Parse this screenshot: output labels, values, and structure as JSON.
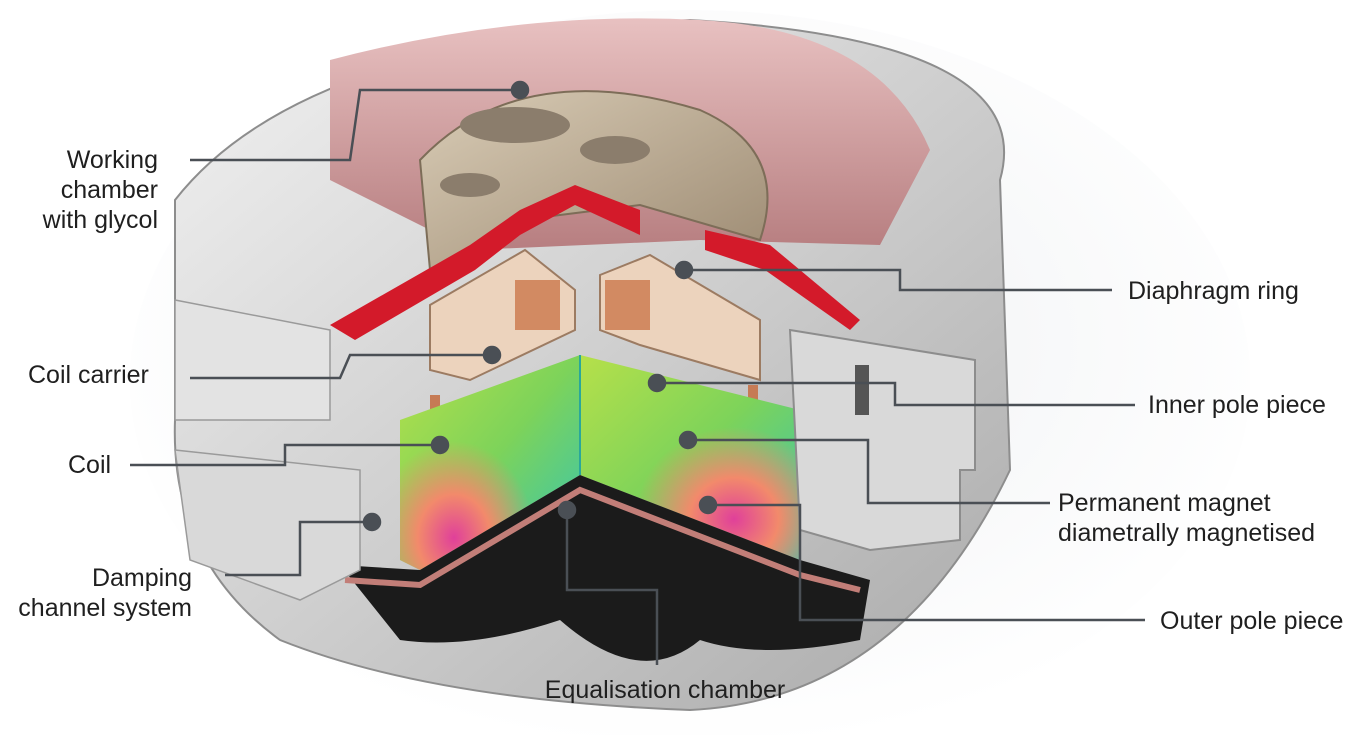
{
  "labels": {
    "working_chamber": "Working\nchamber\nwith glycol",
    "coil_carrier": "Coil carrier",
    "coil": "Coil",
    "damping_channel": "Damping\nchannel system",
    "diaphragm_ring": "Diaphragm ring",
    "inner_pole": "Inner pole piece",
    "permanent_magnet": "Permanent magnet\ndiametrally magnetised",
    "outer_pole": "Outer pole piece",
    "equalisation_chamber": "Equalisation chamber"
  },
  "colors": {
    "housing": "#d6d6d6",
    "housing_dark": "#9a9a9a",
    "shell_pink": "#d7a3a4",
    "diaphragm": "#b9a890",
    "seal_red": "#d31a2a",
    "coil_copper": "#c67b55",
    "carrier": "#e8c9b0",
    "magnet_green": "#8fd34a",
    "magnet_teal": "#37c7b3",
    "magnet_magenta": "#e0409a",
    "rubber": "#1b1b1b",
    "leader": "#4a4f55"
  }
}
